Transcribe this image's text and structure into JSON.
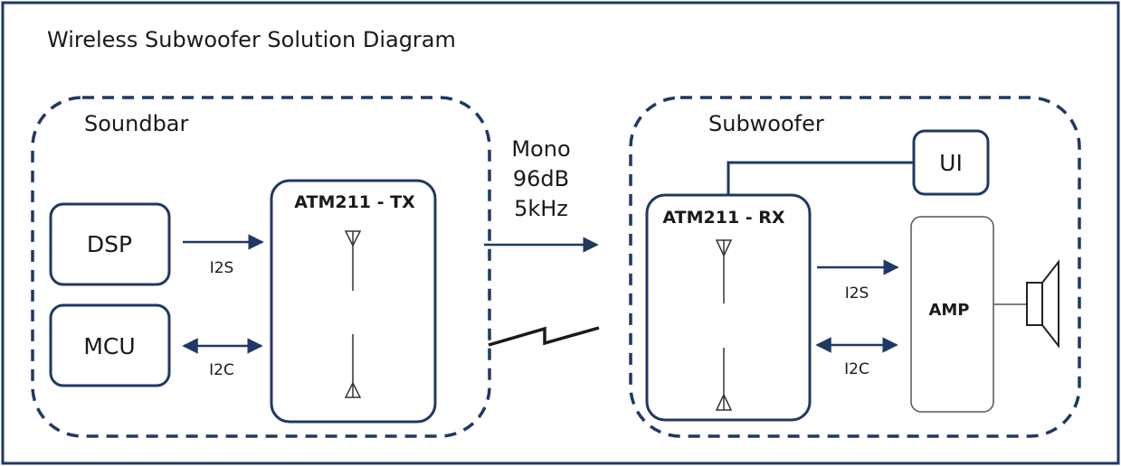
{
  "title": "Wireless Subwoofer Solution Diagram",
  "colors": {
    "frame": "#1f3864",
    "line": "#1f3864",
    "ink": "#1a1a1a"
  },
  "soundbar": {
    "label": "Soundbar",
    "dsp": "DSP",
    "mcu": "MCU",
    "tx": "ATM211 - TX",
    "i2s": "I2S",
    "i2c": "I2C"
  },
  "link": {
    "line1": "Mono",
    "line2": "96dB",
    "line3": "5kHz"
  },
  "subwoofer": {
    "label": "Subwoofer",
    "ui": "UI",
    "rx": "ATM211 - RX",
    "amp": "AMP",
    "i2s": "I2S",
    "i2c": "I2C"
  }
}
